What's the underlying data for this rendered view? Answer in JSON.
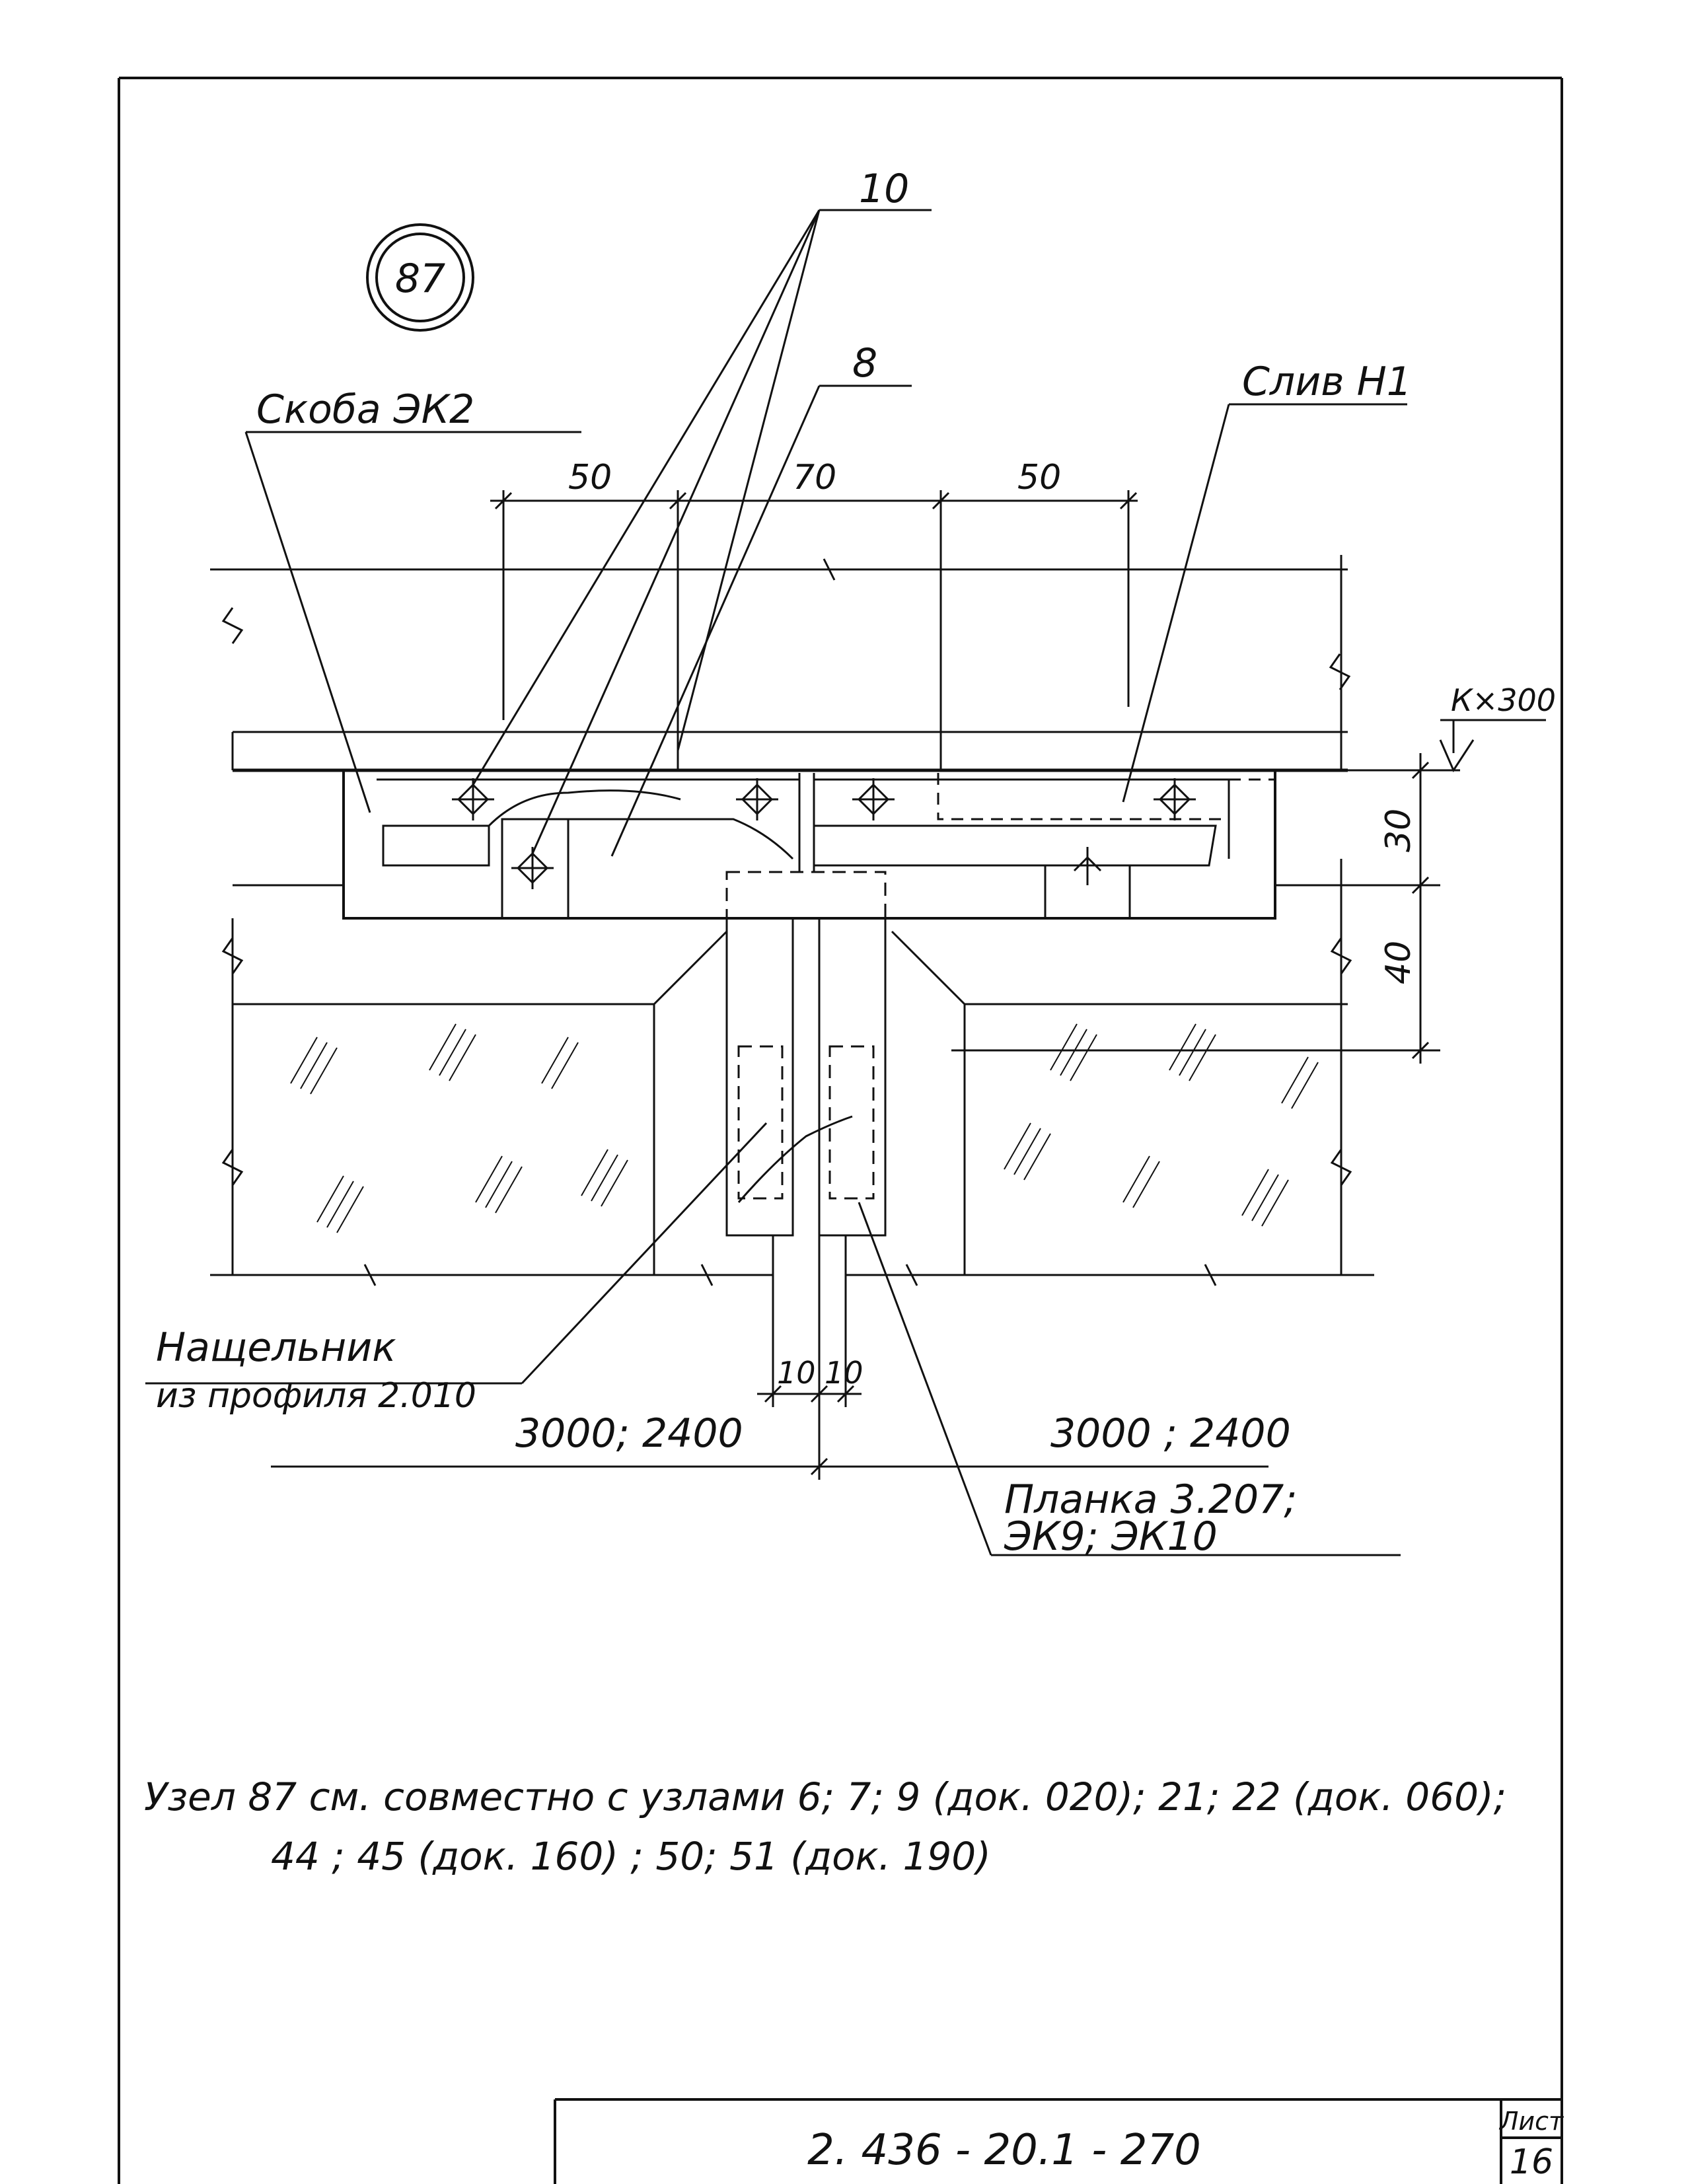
{
  "drawing": {
    "node_number": "87",
    "labels": {
      "callout_10": "10",
      "callout_8": "8",
      "skoba": "Скоба ЭК2",
      "sliv": "Слив Н1",
      "k300": "К×300",
      "nashchelnik_1": "Нащельник",
      "nashchelnik_2": "из профиля 2.010",
      "planka_1": "Планка 3.207;",
      "planka_2": "ЭК9; ЭК10",
      "span_left": "3000; 2400",
      "span_right": "3000 ; 2400"
    },
    "dimensions": {
      "d50_left": "50",
      "d70": "70",
      "d50_right": "50",
      "d30": "30",
      "d40": "40",
      "d10_left": "10",
      "d10_right": "10"
    },
    "note_line1": "Узел 87 см. совместно с узлами  6; 7; 9 (док. 020);  21; 22 (док. 060);",
    "note_line2": "44 ; 45 (док. 160) ; 50; 51 (док. 190)"
  },
  "title_block": {
    "code": "2. 436 - 20.1 - 270",
    "sheet_label": "Лист",
    "sheet_number": "16"
  }
}
